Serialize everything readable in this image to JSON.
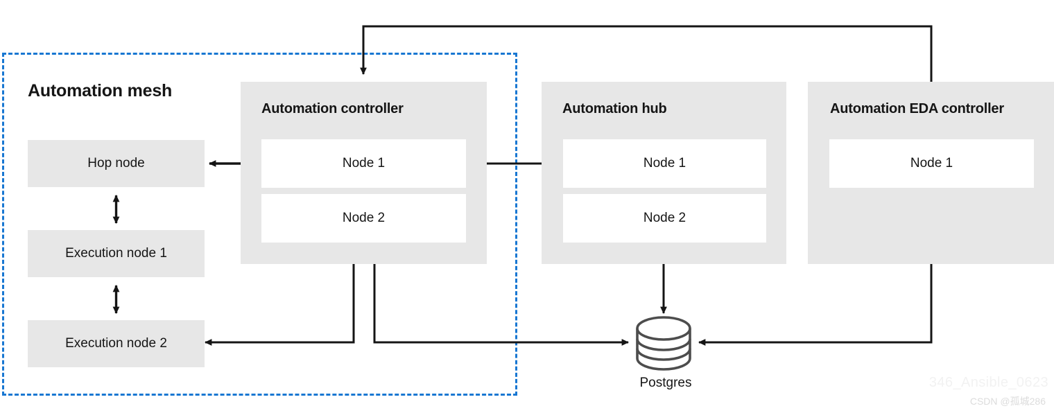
{
  "diagram": {
    "title_region": "Automation mesh",
    "mesh": {
      "boundary_style": "dashed",
      "boundary_color": "#1877d2",
      "nodes": [
        {
          "label": "Hop node"
        },
        {
          "label": "Execution node 1"
        },
        {
          "label": "Execution node 2"
        }
      ]
    },
    "groups": [
      {
        "key": "controller",
        "title": "Automation controller",
        "nodes": [
          {
            "label": "Node 1"
          },
          {
            "label": "Node 2"
          }
        ]
      },
      {
        "key": "hub",
        "title": "Automation hub",
        "nodes": [
          {
            "label": "Node 1"
          },
          {
            "label": "Node 2"
          }
        ]
      },
      {
        "key": "eda",
        "title": "Automation EDA controller",
        "nodes": [
          {
            "label": "Node 1"
          }
        ]
      }
    ],
    "database": {
      "label": "Postgres",
      "icon": "database-cylinder-icon"
    },
    "colors": {
      "box_fill": "#e7e7e7",
      "card_fill": "#ffffff",
      "text": "#151515",
      "accent_dashed": "#1877d2",
      "wire": "#151515",
      "db_stroke": "#4d4d4d"
    },
    "connections": [
      {
        "from": "Hop node",
        "to": "Automation controller / Node 1",
        "type": "bidirectional"
      },
      {
        "from": "Hop node",
        "to": "Execution node 1",
        "type": "bidirectional"
      },
      {
        "from": "Execution node 1",
        "to": "Execution node 2",
        "type": "bidirectional"
      },
      {
        "from": "Automation controller / Node 1",
        "to": "Automation hub / Node 1",
        "type": "directed"
      },
      {
        "from": "Automation EDA controller",
        "to": "Automation controller",
        "type": "directed"
      },
      {
        "from": "Automation hub",
        "to": "Postgres",
        "type": "directed"
      },
      {
        "from": "Automation EDA controller",
        "to": "Postgres",
        "type": "directed"
      },
      {
        "from": "Automation controller",
        "to": "Postgres",
        "type": "directed"
      },
      {
        "from": "Automation controller",
        "to": "Execution node 2",
        "type": "directed"
      }
    ]
  },
  "watermarks": {
    "large": "346_Ansible_0623",
    "small": "CSDN @孤城286"
  }
}
